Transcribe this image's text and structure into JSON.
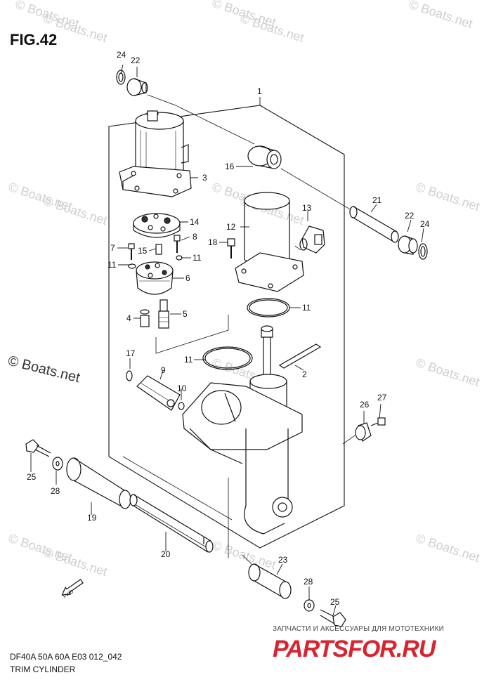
{
  "figure": {
    "title": "FIG.42",
    "model": "DF40A 50A 60A E03 012_042",
    "name": "TRIM CYLINDER"
  },
  "watermark": {
    "text": "© Boats.net"
  },
  "shop": {
    "tagline": "ЗАПЧАСТИ И АКСЕССУАРЫ ДЛЯ МОТОТЕХНИКИ",
    "logo": "PARTSFOR.RU",
    "color": "#d9232e"
  },
  "fwd_label": "FWD",
  "callouts": {
    "c1": "1",
    "c2": "2",
    "c3": "3",
    "c4": "4",
    "c5": "5",
    "c6": "6",
    "c7": "7",
    "c8": "8",
    "c9": "9",
    "c10": "10",
    "c11a": "11",
    "c11b": "11",
    "c11c": "11",
    "c11d": "11",
    "c12": "12",
    "c13": "13",
    "c14": "14",
    "c15": "15",
    "c16": "16",
    "c17": "17",
    "c18": "18",
    "c19": "19",
    "c20": "20",
    "c21": "21",
    "c22a": "22",
    "c22b": "22",
    "c23": "23",
    "c24a": "24",
    "c24b": "24",
    "c25a": "25",
    "c25b": "25",
    "c26": "26",
    "c27": "27",
    "c28a": "28",
    "c28b": "28"
  }
}
